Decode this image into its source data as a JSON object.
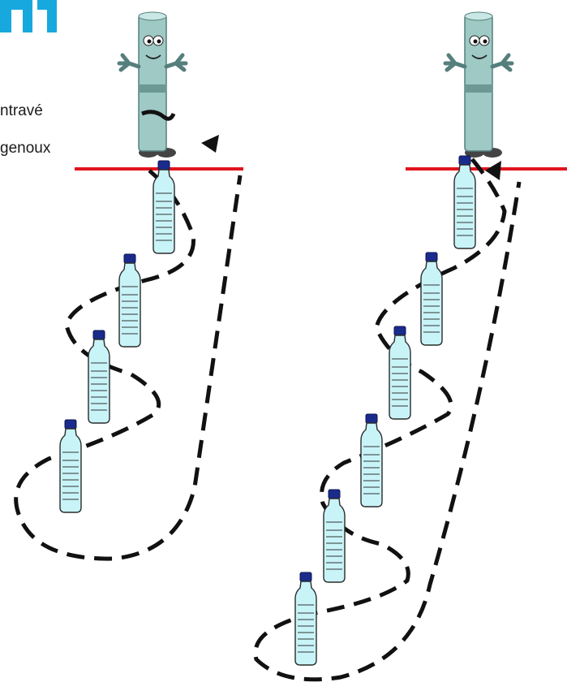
{
  "caption": {
    "line1": "ntravé",
    "line2": "genoux"
  },
  "colors": {
    "title_block": "#17a9de",
    "start_line": "#e0141d",
    "path_dash": "#111111",
    "bottle_body": "#c8f4f8",
    "bottle_cap": "#1a2b8c",
    "mascot_body": "#9ec9c5"
  },
  "icons": {
    "mascot": "tube-mascot-icon",
    "bottle": "water-bottle-icon",
    "arrow": "arrow-head-icon"
  },
  "left_course": {
    "bottle_count": 4
  },
  "right_course": {
    "bottle_count": 6
  }
}
